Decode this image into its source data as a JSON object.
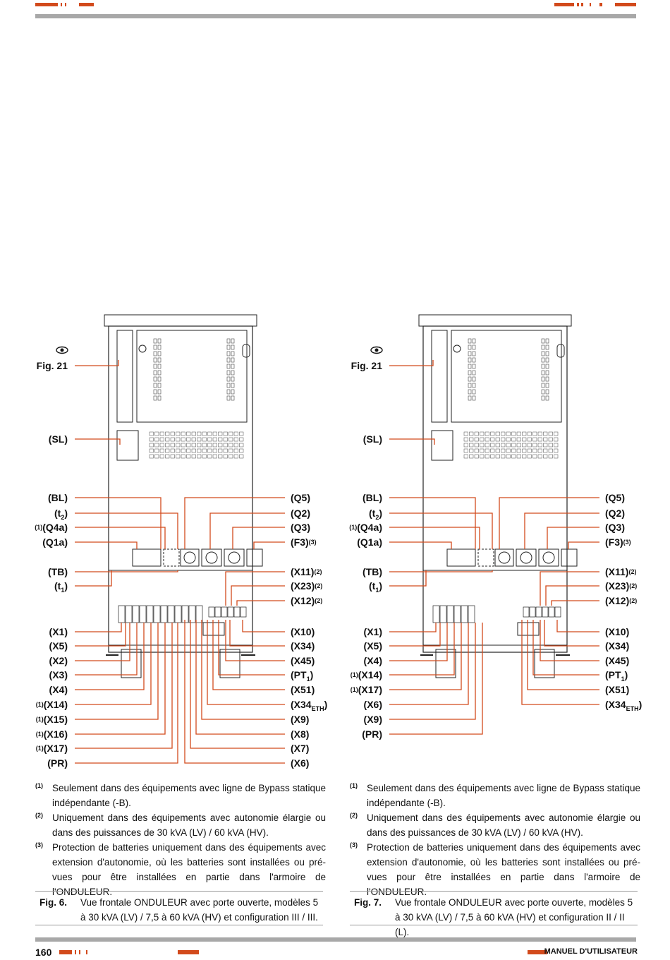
{
  "left": {
    "left_labels": [
      "Fig. 21",
      "(SL)",
      "(BL)",
      "(t2)",
      "(1)(Q4a)",
      "(Q1a)",
      "(TB)",
      "(t1)",
      "(X1)",
      "(X5)",
      "(X2)",
      "(X3)",
      "(X4)",
      "(1)(X14)",
      "(1)(X15)",
      "(1)(X16)",
      "(1)(X17)",
      "(PR)"
    ],
    "right_labels": [
      "(Q5)",
      "(Q2)",
      "(Q3)",
      "(F3)(3)",
      "(X11)(2)",
      "(X23)(2)",
      "(X12)(2)",
      "(X10)",
      "(X34)",
      "(X45)",
      "(PT1)",
      "(X51)",
      "(X34ETH)",
      "(X9)",
      "(X8)",
      "(X7)",
      "(X6)"
    ]
  },
  "right": {
    "left_labels": [
      "Fig. 21",
      "(SL)",
      "(BL)",
      "(t2)",
      "(1)(Q4a)",
      "(Q1a)",
      "(TB)",
      "(t1)",
      "(X1)",
      "(X5)",
      "(X4)",
      "(1)(X14)",
      "(1)(X17)",
      "(X6)",
      "(X9)",
      "(PR)"
    ],
    "right_labels": [
      "(Q5)",
      "(Q2)",
      "(Q3)",
      "(F3)(3)",
      "(X11)(2)",
      "(X23)(2)",
      "(X12)(2)",
      "(X10)",
      "(X34)",
      "(X45)",
      "(PT1)",
      "(X51)",
      "(X34ETH)"
    ]
  },
  "notes": [
    {
      "mark": "(1)",
      "text": "Seulement dans des équipements avec ligne de Bypass statique indépendante (-B)."
    },
    {
      "mark": "(2)",
      "text": "Uniquement dans des équipements avec autonomie élargie ou dans des puissances de 30 kVA (LV) / 60 kVA (HV)."
    },
    {
      "mark": "(3)",
      "text": "Protection de batteries uniquement dans des équipements avec extension d'autonomie, où les batteries sont installées ou pré-vues pour être installées en partie dans l'armoire de l'ONDULEUR."
    }
  ],
  "caption_left": {
    "fig": "Fig. 6.",
    "text": "Vue frontale ONDULEUR avec porte ouverte, modèles 5 à 30 kVA (LV) / 7,5 à 60 kVA (HV) et configuration III / III."
  },
  "caption_right": {
    "fig": "Fig. 7.",
    "text": "Vue frontale ONDULEUR avec porte ouverte, modèles 5 à 30 kVA (LV) / 7,5 à 60 kVA (HV) et configuration II / II (L)."
  },
  "footer": {
    "page": "160",
    "title": "MANUEL D'UTILISATEUR"
  },
  "colors": {
    "accent": "#d24a1c",
    "rule": "#a8a8a8",
    "leader": "#d24a1c"
  },
  "icons": [
    "eye-icon"
  ]
}
